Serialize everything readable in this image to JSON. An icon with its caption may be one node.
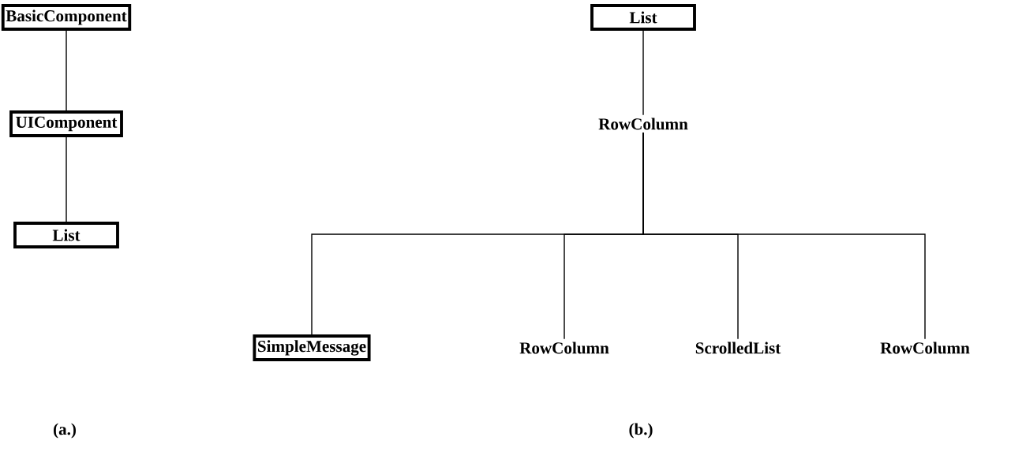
{
  "diagram": {
    "nodes": [
      {
        "text": [
          "BasicComponent"
        ]
      },
      {
        "text": [
          "UIComponent"
        ]
      },
      {
        "text": [
          "List"
        ]
      },
      {
        "text": [
          "List"
        ]
      },
      {
        "text": [
          "RowColumn"
        ]
      },
      {
        "text": [
          "SimpleMessage"
        ]
      },
      {
        "text": [
          "RowColumn"
        ]
      },
      {
        "text": [
          "ScrolledList"
        ]
      },
      {
        "text": [
          "RowColumn"
        ]
      }
    ],
    "edges": [
      {
        "from": 0,
        "to": 1,
        "arrow": "none"
      },
      {
        "from": 1,
        "to": 2,
        "arrow": "none"
      },
      {
        "from": 3,
        "to": 4,
        "arrow": "none"
      },
      {
        "from": 4,
        "to": 5,
        "arrow": "none"
      },
      {
        "from": 4,
        "to": 6,
        "arrow": "none"
      },
      {
        "from": 4,
        "to": 7,
        "arrow": "none"
      },
      {
        "from": 4,
        "to": 8,
        "arrow": "none"
      }
    ],
    "labels": [
      "(a.)",
      "(b.)"
    ]
  }
}
